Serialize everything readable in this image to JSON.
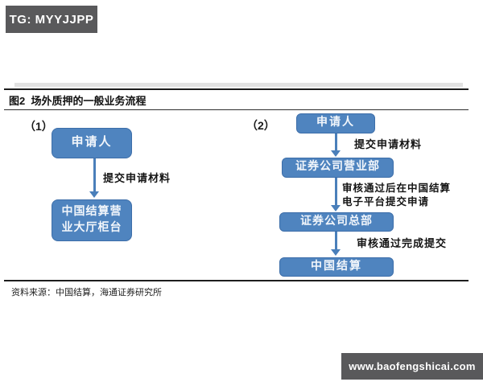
{
  "tag": {
    "label": "TG: MYYJJPP"
  },
  "figure": {
    "title": "图2  场外质押的一般业务流程",
    "source": "资料来源：中国结算，海通证券研究所"
  },
  "flow1": {
    "label": "（1）",
    "box1": "申请人",
    "arrow1_label": "提交申请材料",
    "box2_line1": "中国结算营",
    "box2_line2": "业大厅柜台"
  },
  "flow2": {
    "label": "（2）",
    "box1": "申请人",
    "arrow1_label": "提交申请材料",
    "box2": "证券公司营业部",
    "arrow2_label_line1": "审核通过后在中国结算",
    "arrow2_label_line2": "电子平台提交申请",
    "box3": "证券公司总部",
    "arrow3_label": "审核通过完成提交",
    "box4": "中国结算"
  },
  "footer": {
    "url": "www.baofengshicai.com"
  },
  "colors": {
    "node_blue": "#4f84bf",
    "node_border": "#3d6ea9",
    "arrow_blue": "#4a7fba",
    "bar_gray": "#59595b"
  }
}
